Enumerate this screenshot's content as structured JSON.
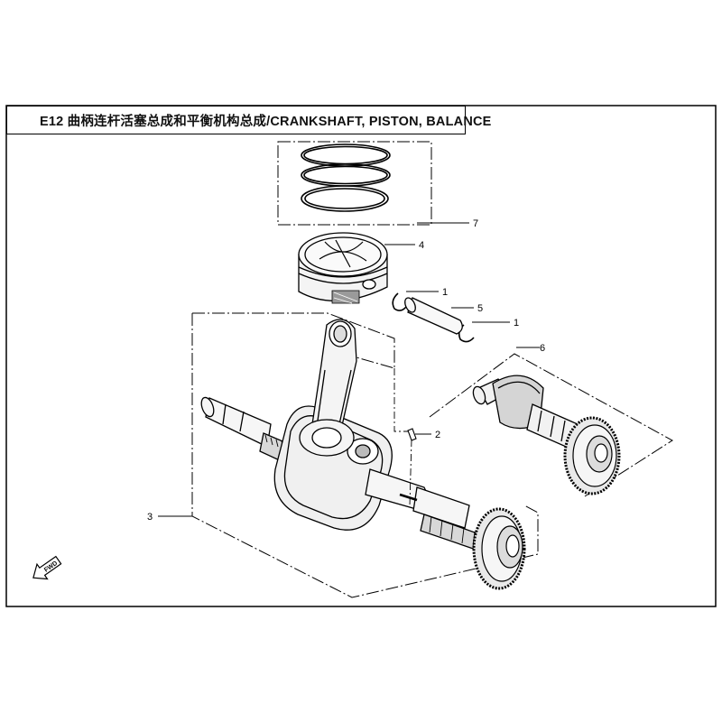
{
  "title": "E12 曲柄连杆活塞总成和平衡机构总成/CRANKSHAFT, PISTON, BALANCE",
  "callouts": [
    {
      "label": "7"
    },
    {
      "label": "4"
    },
    {
      "label": "1"
    },
    {
      "label": "5"
    },
    {
      "label": "1"
    },
    {
      "label": "6"
    },
    {
      "label": "2"
    },
    {
      "label": "3"
    }
  ],
  "fwd_arrow": {
    "label": "FWD"
  },
  "colors": {
    "line": "#000000",
    "fill_light": "#f4f4f4",
    "shade": "#9a9a9a"
  }
}
